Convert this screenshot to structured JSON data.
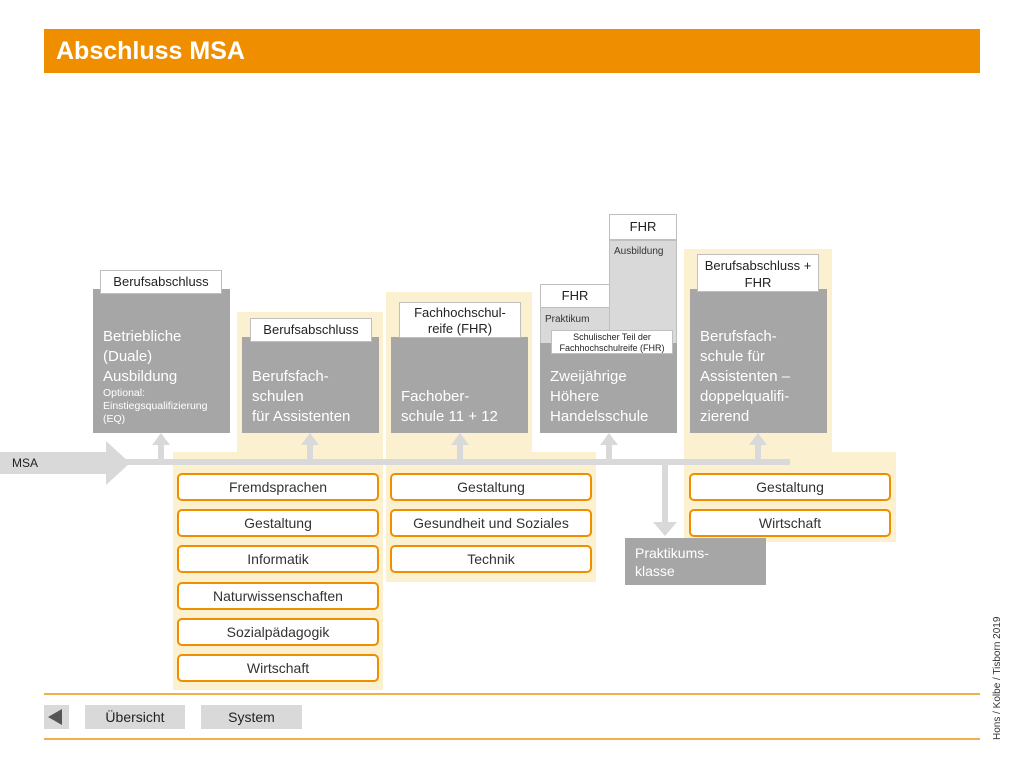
{
  "title": "Abschluss MSA",
  "start_label": "MSA",
  "columns": [
    {
      "name": "Betriebliche (Duale) Ausbildung",
      "lines": [
        "Betriebliche",
        "(Duale)",
        "Ausbildung"
      ],
      "note": "Optional: Einstiegsqualifizierung (EQ)",
      "award": "Berufsabschluss"
    },
    {
      "lines": [
        "Berufsfach-",
        "schulen",
        "für Assistenten"
      ],
      "award": "Berufsabschluss",
      "fields": [
        "Fremdsprachen",
        "Gestaltung",
        "Informatik",
        "Naturwissenschaften",
        "Sozialpädagogik",
        "Wirtschaft"
      ]
    },
    {
      "lines": [
        "Fachober-",
        "schule 11 + 12"
      ],
      "award_lines": [
        "Fachhochschul-",
        "reife (FHR)"
      ],
      "fields": [
        "Gestaltung",
        "Gesundheit und Soziales",
        "Technik"
      ]
    },
    {
      "lines": [
        "Zweijährige",
        "Höhere",
        "Handelsschule"
      ],
      "fhr_left": "FHR",
      "praktikum": "Praktikum",
      "schulischer": [
        "Schulischer Teil der",
        "Fachhochschulreife (FHR)"
      ],
      "ausbildung": "Ausbildung",
      "fhr_top": "FHR"
    },
    {
      "lines": [
        "Berufsfach-",
        "schule für",
        "Assistenten –",
        "doppelqualifi-",
        "zierend"
      ],
      "award_lines": [
        "Berufsabschluss +",
        "FHR"
      ],
      "fields": [
        "Gestaltung",
        "Wirtschaft"
      ]
    }
  ],
  "praktikumsklasse": [
    "Praktikums-",
    "klasse"
  ],
  "nav": {
    "back_icon": "triangle-left",
    "overview_label": "Übersicht",
    "system_label": "System"
  },
  "credit": "Hons / Kolbe / Tisborn 2019",
  "colors": {
    "accent": "#ef8f00",
    "cream": "#fbf0cf",
    "box_gray": "#a6a6a6",
    "connector": "#d9d9d9"
  }
}
